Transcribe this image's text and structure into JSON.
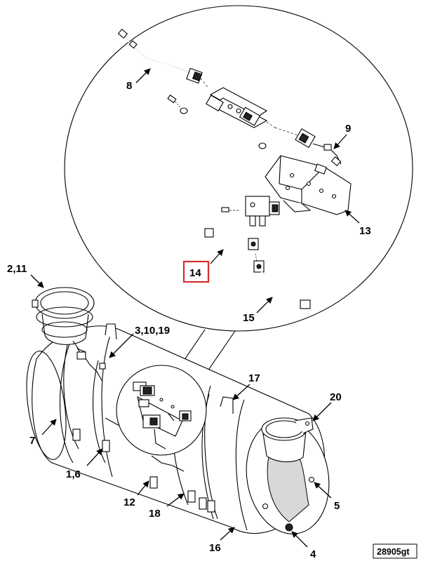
{
  "diagram": {
    "callouts": {
      "c8": "8",
      "c9": "9",
      "c13": "13",
      "c14": "14",
      "c15": "15",
      "c2_11": "2,11",
      "c3_10_19": "3,10,19",
      "c17": "17",
      "c20": "20",
      "c7": "7",
      "c1_6": "1,6",
      "c12": "12",
      "c18": "18",
      "c5": "5",
      "c16": "16",
      "c4": "4"
    },
    "highlighted_callout": "14",
    "highlight_color": "#d32f2f",
    "reference_code": "28905gt"
  }
}
